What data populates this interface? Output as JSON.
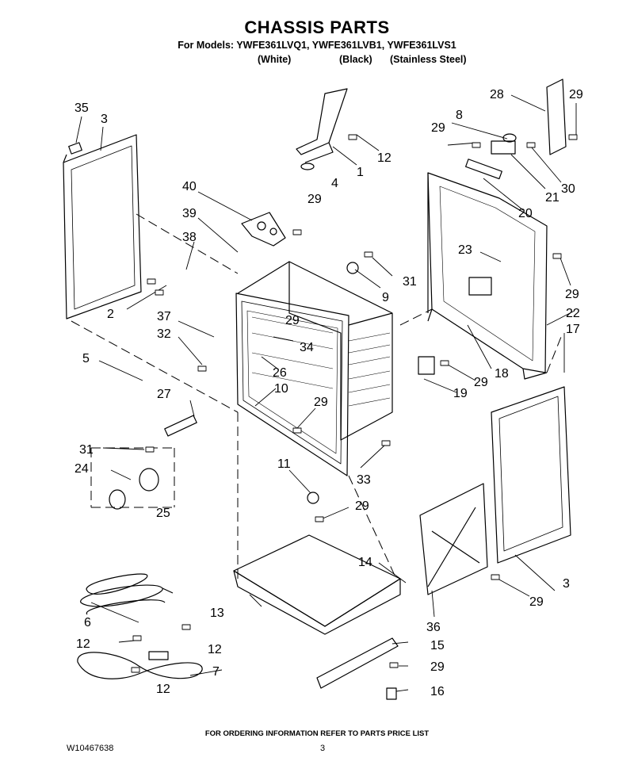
{
  "header": {
    "title": "CHASSIS PARTS",
    "models_line": "For Models: YWFE361LVQ1, YWFE361LVB1, YWFE361LVS1",
    "variants": [
      "(White)",
      "(Black)",
      "(Stainless Steel)"
    ]
  },
  "callouts": [
    "35",
    "3",
    "40",
    "29",
    "39",
    "38",
    "2",
    "37",
    "32",
    "5",
    "27",
    "31",
    "24",
    "25",
    "6",
    "12",
    "12",
    "7",
    "12",
    "1",
    "4",
    "12",
    "29",
    "9",
    "31",
    "34",
    "26",
    "10",
    "29",
    "33",
    "11",
    "29",
    "13",
    "14",
    "15",
    "29",
    "16",
    "28",
    "29",
    "8",
    "29",
    "30",
    "21",
    "20",
    "23",
    "29",
    "22",
    "17",
    "18",
    "29",
    "19",
    "3",
    "29",
    "36"
  ],
  "footer": {
    "note": "FOR ORDERING INFORMATION REFER TO PARTS PRICE LIST",
    "document_number": "W10467638",
    "page": "3"
  }
}
